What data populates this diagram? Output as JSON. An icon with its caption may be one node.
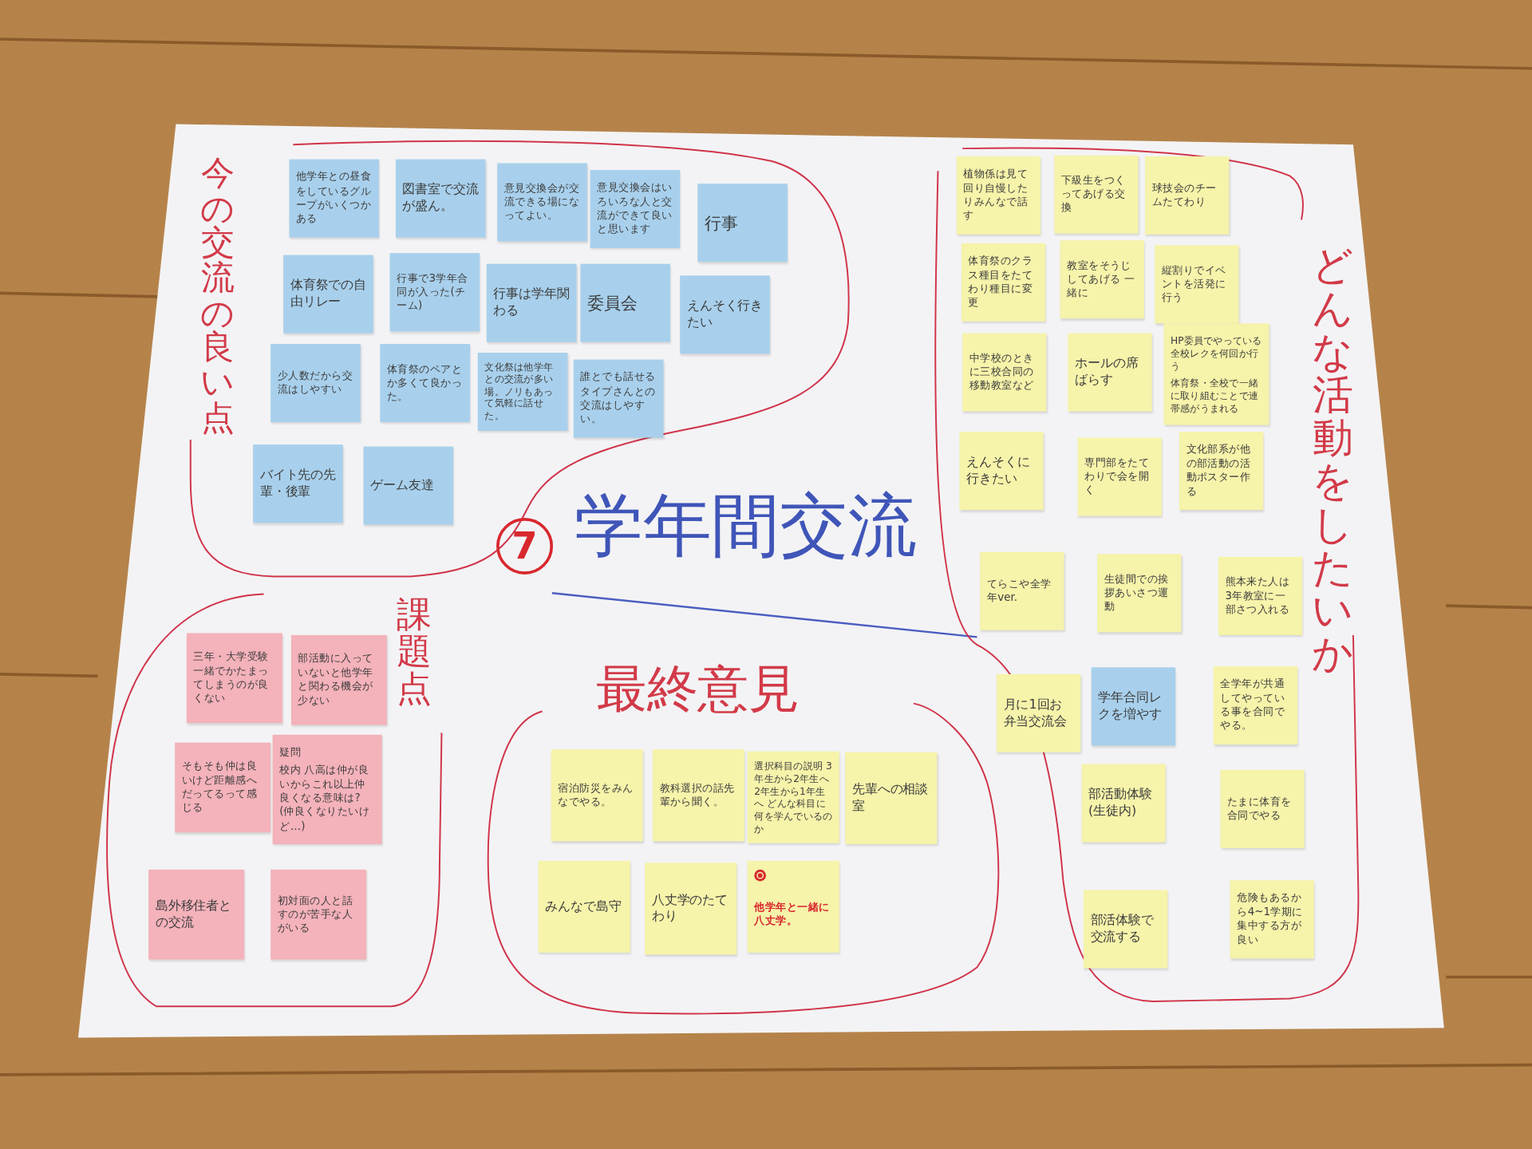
{
  "diagram": {
    "title": "学年間交流",
    "nodes": [
      {
        "text": [
          "今の交流の良い点"
        ]
      },
      {
        "text": [
          "他学年との昼食をしているグループがいくつかある"
        ],
        "in": 0
      },
      {
        "text": [
          "図書室で交流が盛ん。"
        ],
        "in": 0
      },
      {
        "text": [
          "意見交換会が交流できる場になってよい。"
        ],
        "in": 0
      },
      {
        "text": [
          "意見交換会はいろいろな人と交流ができて良いと思います"
        ],
        "in": 0
      },
      {
        "text": [
          "行事"
        ],
        "in": 0
      },
      {
        "text": [
          "体育祭での自由リレー"
        ],
        "in": 0
      },
      {
        "text": [
          "行事で3学年合同が入った(チーム)"
        ],
        "in": 0
      },
      {
        "text": [
          "行事は学年関わる"
        ],
        "in": 0
      },
      {
        "text": [
          "委員会"
        ],
        "in": 0
      },
      {
        "text": [
          "えんそく行きたい"
        ],
        "in": 0
      },
      {
        "text": [
          "少人数だから交流はしやすい"
        ],
        "in": 0
      },
      {
        "text": [
          "体育祭のペアとか多くて良かった。"
        ],
        "in": 0
      },
      {
        "text": [
          "文化祭は他学年との交流が多い場。ノリもあって気軽に話せた。"
        ],
        "in": 0
      },
      {
        "text": [
          "誰とでも話せるタイプさんとの交流はしやすい。"
        ],
        "in": 0
      },
      {
        "text": [
          "バイト先の先輩・後輩"
        ],
        "in": 0
      },
      {
        "text": [
          "ゲーム友達"
        ],
        "in": 0
      },
      {
        "text": [
          "どんな活動をしたいか"
        ]
      },
      {
        "text": [
          "植物係は見て回り自慢したりみんなで話す"
        ],
        "in": 17
      },
      {
        "text": [
          "下級生をつくってあげる交換"
        ],
        "in": 17
      },
      {
        "text": [
          "球技会のチームたてわり"
        ],
        "in": 17
      },
      {
        "text": [
          "体育祭のクラス種目をたてわり種目に変更"
        ],
        "in": 17
      },
      {
        "text": [
          "教室をそうじしてあげる 一緒に"
        ],
        "in": 17
      },
      {
        "text": [
          "縦割りでイベントを活発に行う"
        ],
        "in": 17
      },
      {
        "text": [
          "中学校のときに三校合同の移動教室など"
        ],
        "in": 17
      },
      {
        "text": [
          "ホールの席ばらす"
        ],
        "in": 17
      },
      {
        "text": [
          "HP委員でやっている全校レクを何回か行う",
          "体育祭・全校で一緒に取り組むことで連帯感がうまれる"
        ],
        "in": 17
      },
      {
        "text": [
          "えんそくに行きたい"
        ],
        "in": 17
      },
      {
        "text": [
          "専門部をたてわりで会を開く"
        ],
        "in": 17
      },
      {
        "text": [
          "文化部系が他の部活動の活動ポスター作る"
        ],
        "in": 17
      },
      {
        "text": [
          "てらこや全学年ver."
        ],
        "in": 17
      },
      {
        "text": [
          "生徒間での挨拶あいさつ運動"
        ],
        "in": 17
      },
      {
        "text": [
          "熊本来た人は3年教室に一部さつ入れる"
        ],
        "in": 17
      },
      {
        "text": [
          "月に1回お弁当交流会"
        ],
        "in": 17
      },
      {
        "text": [
          "学年合同レクを増やす"
        ],
        "in": 17
      },
      {
        "text": [
          "全学年が共通してやっている事を合同でやる。"
        ],
        "in": 17
      },
      {
        "text": [
          "部活動体験(生徒内)"
        ],
        "in": 17
      },
      {
        "text": [
          "たまに体育を合同でやる"
        ],
        "in": 17
      },
      {
        "text": [
          "部活体験で交流する"
        ],
        "in": 17
      },
      {
        "text": [
          "危険もあるから4~1学期に集中する方が良い"
        ],
        "in": 17
      },
      {
        "text": [
          "課題点"
        ]
      },
      {
        "text": [
          "三年・大学受験一緒でかたまってしまうのが良くない"
        ],
        "in": 40
      },
      {
        "text": [
          "部活動に入っていないと他学年と関わる機会が少ない"
        ],
        "in": 40
      },
      {
        "text": [
          "そもそも仲は良いけど距離感へだってるって感じる"
        ],
        "in": 40
      },
      {
        "text": [
          "疑問",
          "校内 八高は仲が良いからこれ以上仲良くなる意味は?(仲良くなりたいけど…)"
        ],
        "in": 40
      },
      {
        "text": [
          "島外移住者との交流"
        ],
        "in": 40
      },
      {
        "text": [
          "初対面の人と話すのが苦手な人がいる"
        ],
        "in": 40
      },
      {
        "text": [
          "最終意見"
        ]
      },
      {
        "text": [
          "宿泊防災をみんなでやる。"
        ],
        "in": 47
      },
      {
        "text": [
          "教科選択の話先輩から聞く。"
        ],
        "in": 47
      },
      {
        "text": [
          "選択科目の説明 3年生から2年生へ 2年生から1年生へ どんな科目に何を学んでいるのか"
        ],
        "in": 47
      },
      {
        "text": [
          "先輩への相談室"
        ],
        "in": 47
      },
      {
        "text": [
          "みんなで島守"
        ],
        "in": 47
      },
      {
        "text": [
          "八丈学のたてわり"
        ],
        "in": 47
      },
      {
        "text": [
          "他学年と一緒に八丈学。"
        ],
        "in": 47
      }
    ],
    "labels": [
      "7"
    ]
  }
}
